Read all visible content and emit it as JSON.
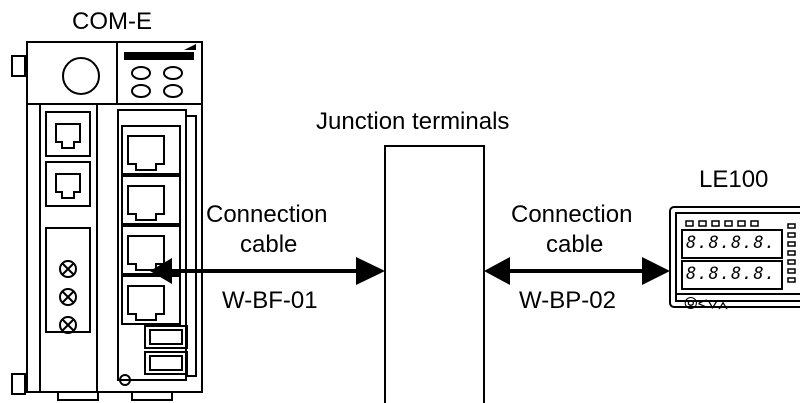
{
  "device_left": {
    "name": "COM-E"
  },
  "junction": {
    "label": "Junction terminals"
  },
  "cable_left": {
    "line1": "Connection",
    "line2": "cable",
    "model": "W-BF-01"
  },
  "cable_right": {
    "line1": "Connection",
    "line2": "cable",
    "model": "W-BP-02"
  },
  "device_right": {
    "name": "LE100",
    "display_top": "8.8.8.8.",
    "display_bottom": "8.8.8.8."
  },
  "colors": {
    "line": "#000000",
    "background": "#ffffff"
  }
}
